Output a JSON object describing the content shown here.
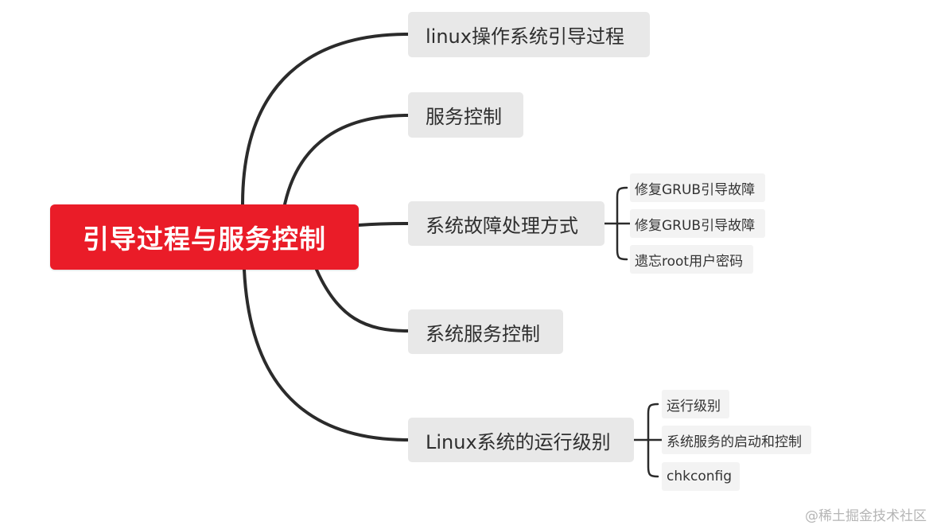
{
  "root": {
    "label": "引导过程与服务控制",
    "color": "#ea1c28"
  },
  "topics": [
    {
      "label": "linux操作系统引导过程"
    },
    {
      "label": "服务控制"
    },
    {
      "label": "系统故障处理方式",
      "children": [
        {
          "label": "修复GRUB引导故障"
        },
        {
          "label": "修复GRUB引导故障"
        },
        {
          "label": "遗忘root用户密码"
        }
      ]
    },
    {
      "label": "系统服务控制"
    },
    {
      "label": "Linux系统的运行级别",
      "children": [
        {
          "label": "运行级别"
        },
        {
          "label": "系统服务的启动和控制"
        },
        {
          "label": "chkconfig"
        }
      ]
    }
  ],
  "watermark": "@稀土掘金技术社区",
  "colors": {
    "connector": "#2b2b2b",
    "topic_bg": "#e8e8e8",
    "sub_bg": "#f3f3f3"
  }
}
